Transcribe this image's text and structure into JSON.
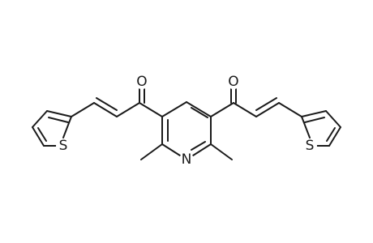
{
  "molecule": {
    "atoms": {
      "pyridine_nitrogen": "N",
      "left_carbonyl_oxygen": "O",
      "right_carbonyl_oxygen": "O",
      "left_thiophene_sulfur": "S",
      "right_thiophene_sulfur": "S"
    }
  }
}
